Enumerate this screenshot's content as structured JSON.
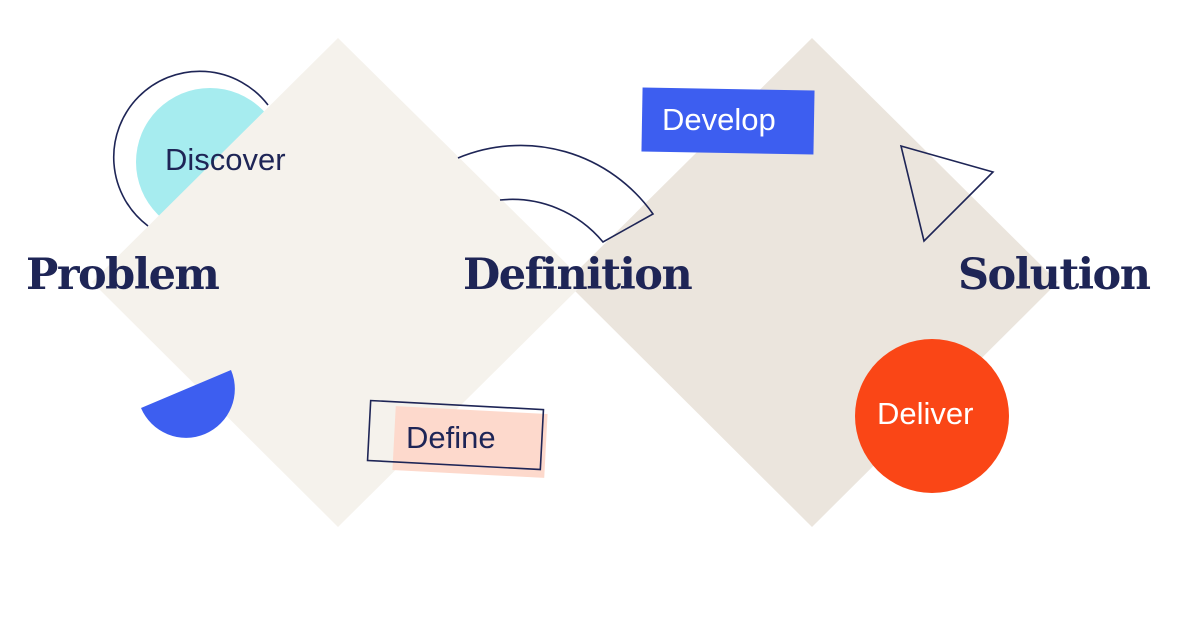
{
  "diagram": {
    "headings": {
      "problem": "Problem",
      "definition": "Definition",
      "solution": "Solution"
    },
    "stages": {
      "discover": "Discover",
      "define": "Define",
      "develop": "Develop",
      "deliver": "Deliver"
    }
  },
  "colors": {
    "navy": "#1e2556",
    "diamond_left": "#f5f2ec",
    "diamond_right": "#ebe5dd",
    "cyan": "#a6ecef",
    "blue": "#3d5ef0",
    "pink": "#fdd9cc",
    "red": "#fa4616"
  }
}
